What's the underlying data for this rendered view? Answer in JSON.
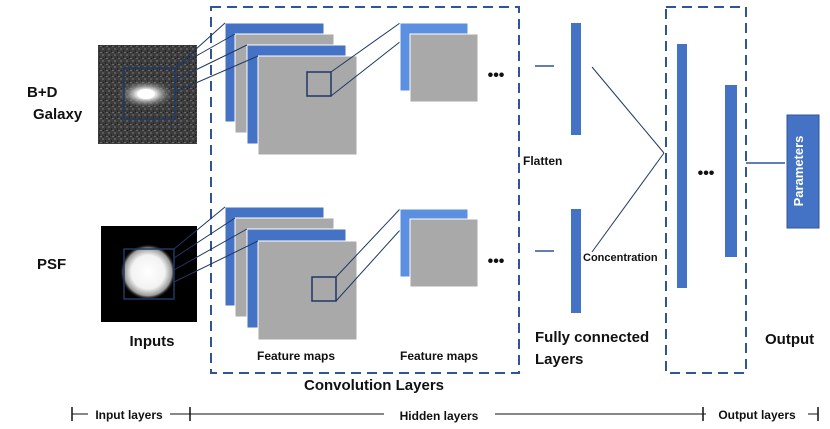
{
  "labels": {
    "galaxy_line1": "B+D",
    "galaxy_line2": "Galaxy",
    "psf": "PSF",
    "inputs": "Inputs",
    "feature_maps_1": "Feature maps",
    "feature_maps_2": "Feature maps",
    "convolution_layers": "Convolution Layers",
    "flatten": "Flatten",
    "concentration": "Concentration",
    "fully_connected_line1": "Fully connected",
    "fully_connected_line2": "Layers",
    "output": "Output",
    "parameters": "Parameters",
    "ellipsis": "•••"
  },
  "bottom_bar": {
    "input_layers": "Input layers",
    "hidden_layers": "Hidden layers",
    "output_layers": "Output layers"
  },
  "colors": {
    "blue": "#4472c4",
    "light_blue": "#5b8fe0",
    "gray": "#a9a9a9",
    "navy": "#1f3864",
    "dash": "#2f5597"
  }
}
